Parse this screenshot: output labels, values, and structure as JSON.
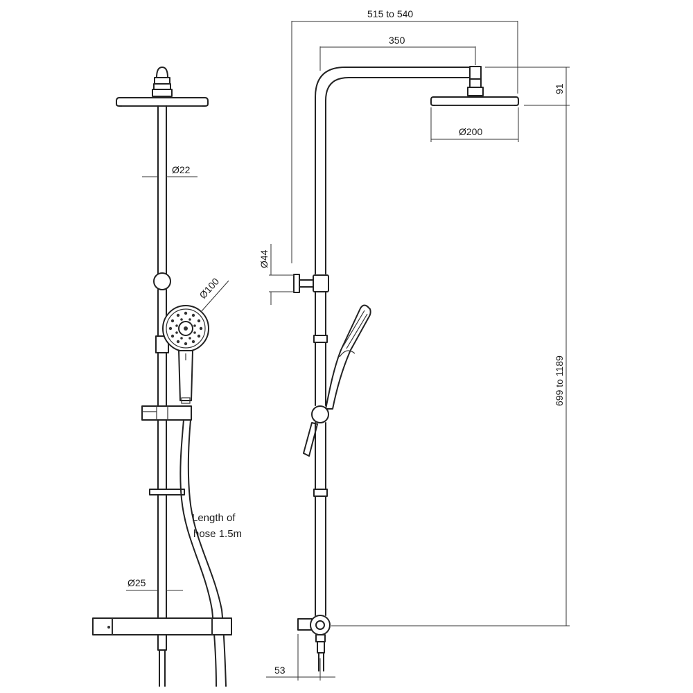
{
  "front_view": {
    "label_rail_diameter": "Ø22",
    "label_handshower_diameter": "Ø100",
    "label_hose_line1": "Length of",
    "label_hose_line2": "hose 1.5m",
    "label_lower_diameter": "Ø25"
  },
  "side_view": {
    "label_overall_reach": "515 to 540",
    "label_arm_projection": "350",
    "label_head_height": "91",
    "label_head_diameter": "Ø200",
    "label_wall_bracket": "Ø44",
    "label_height_range": "699 to 1189",
    "label_outlet_offset": "53"
  }
}
